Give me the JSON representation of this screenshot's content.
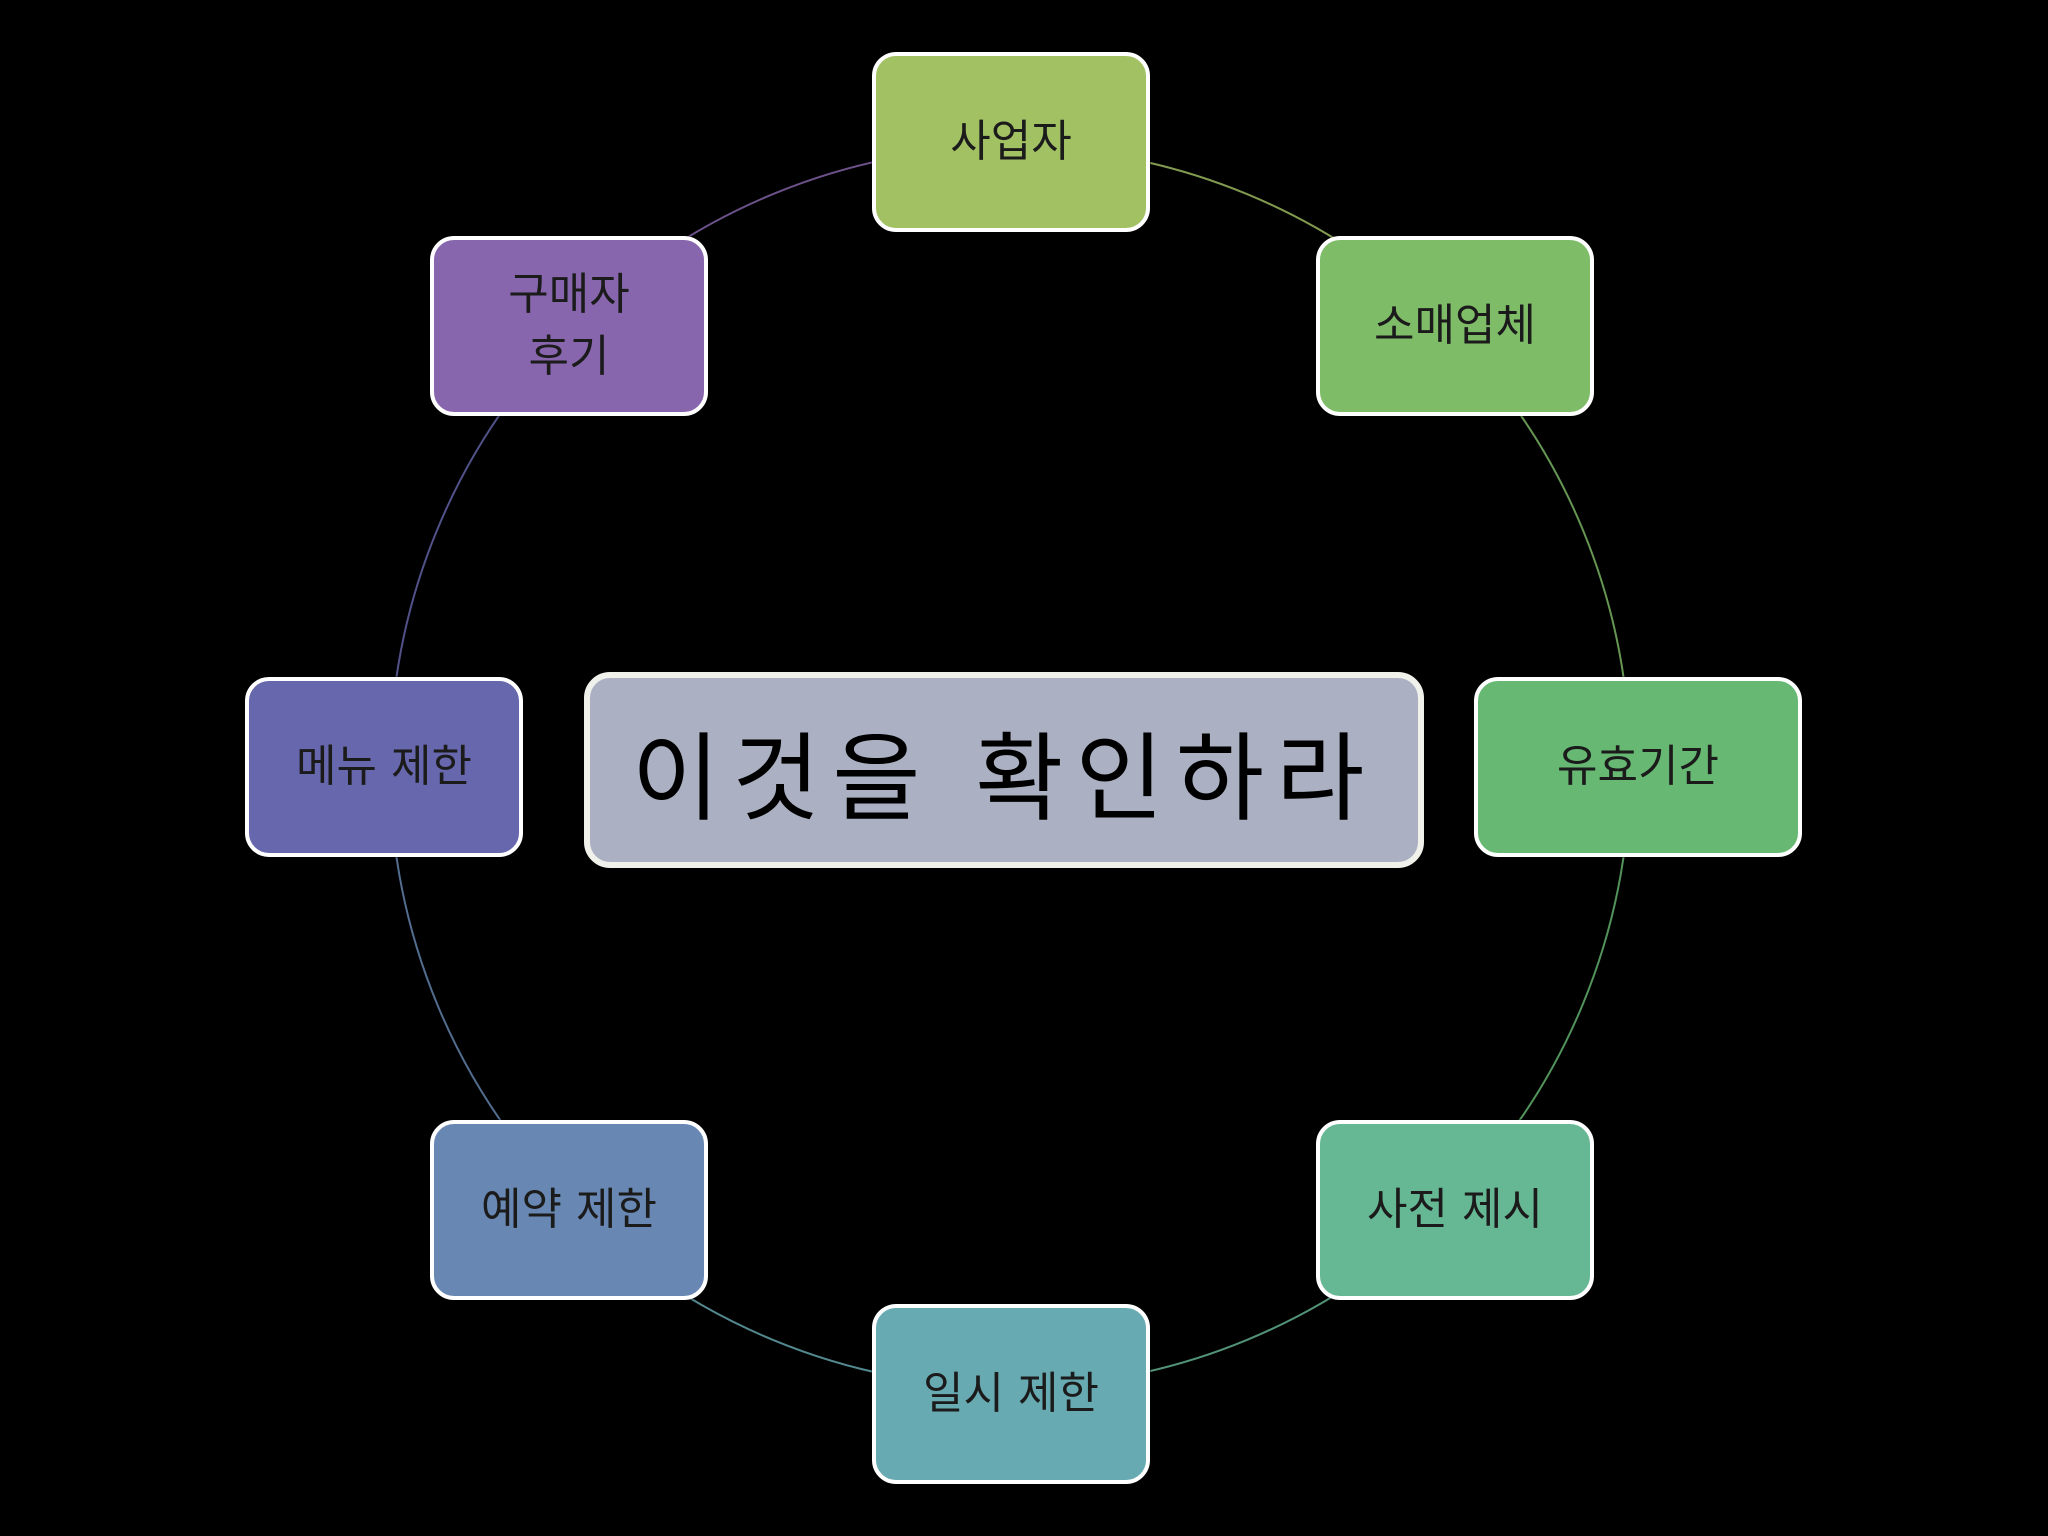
{
  "center": {
    "label": "이것을 확인하라",
    "color": "#abb1c2"
  },
  "nodes": [
    {
      "label": "사업자",
      "color": "#a2c163"
    },
    {
      "label": "소매업체",
      "color": "#7fbc68"
    },
    {
      "label": "유효기간",
      "color": "#66b872"
    },
    {
      "label": "사전 제시",
      "color": "#66b895"
    },
    {
      "label": "일시 제한",
      "color": "#67aab2"
    },
    {
      "label": "예약 제한",
      "color": "#6888b3"
    },
    {
      "label": "메뉴 제한",
      "color": "#6767ad"
    },
    {
      "label": "구매자\n후기",
      "color": "#8866ad"
    }
  ]
}
